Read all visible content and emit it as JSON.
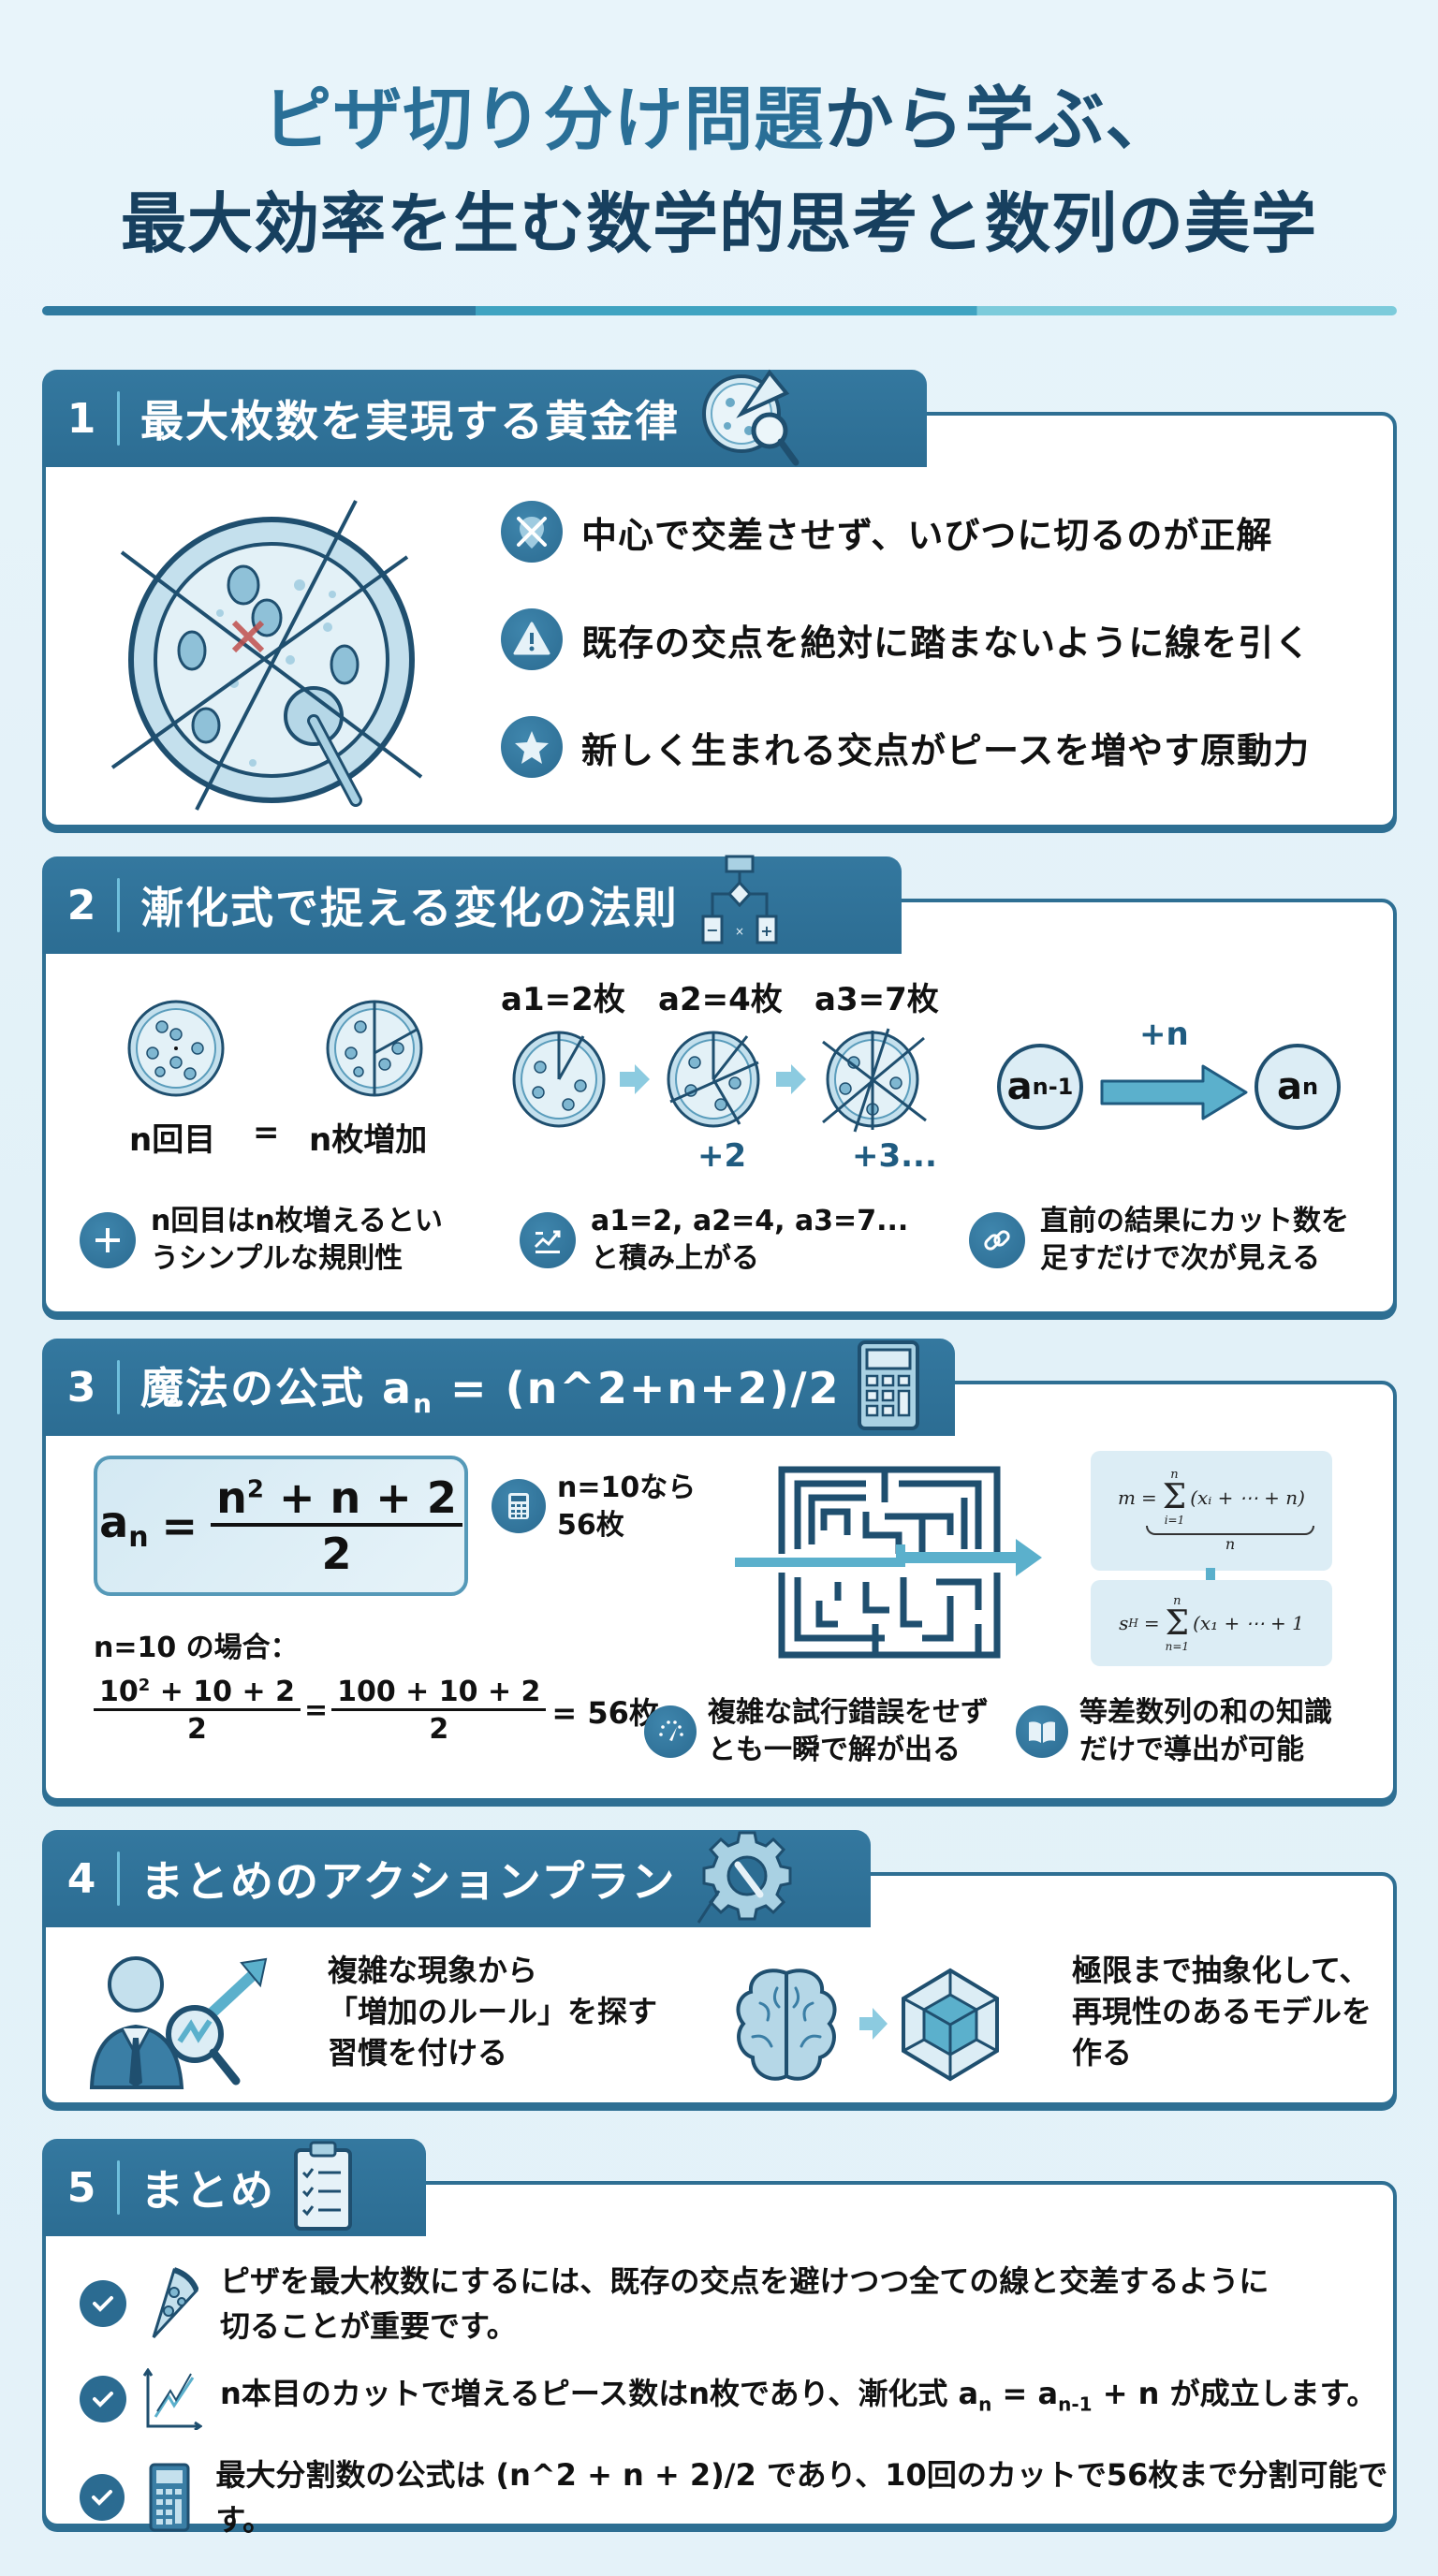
{
  "title": {
    "line1_part1": "ピザ切り分け問題",
    "line1_part2": "から学ぶ、",
    "line2": "最大効率を生む数学的思考と数列の美学"
  },
  "colors": {
    "primary": "#2e6f93",
    "accent": "#3fa3c1",
    "light_accent": "#7ccbdb",
    "background": "#e4f2f9",
    "card": "#ffffff",
    "alert_red": "#c0504d"
  },
  "sections": [
    {
      "number": "1",
      "title": "最大枚数を実現する黄金律",
      "header_icon": "pizza-magnifier-icon",
      "illustration": "pizza-with-cuts-icon",
      "items": [
        {
          "icon": "no-center-icon",
          "text": "中心で交差させず、いびつに切るのが正解"
        },
        {
          "icon": "warning-icon",
          "text": "既存の交点を絶対に踏まないように線を引く"
        },
        {
          "icon": "star-icon",
          "text": "新しく生まれる交点がピースを増やす原動力"
        }
      ]
    },
    {
      "number": "2",
      "title": "漸化式で捉える変化の法則",
      "header_icon": "flowchart-icon",
      "equation": {
        "left": "n回目",
        "eq": "=",
        "right": "n枚増加"
      },
      "sequence": [
        {
          "label": "a1=2枚",
          "delta": ""
        },
        {
          "label": "a2=4枚",
          "delta": "+2"
        },
        {
          "label": "a3=7枚",
          "delta": "+3..."
        }
      ],
      "recurrence": {
        "from_base": "a",
        "from_sub": "n-1",
        "arrow_label": "+n",
        "to_base": "a",
        "to_sub": "n"
      },
      "bottom": [
        {
          "icon": "plus-icon",
          "line1": "n回目はn枚増えるとい",
          "line2": "うシンプルな規則性"
        },
        {
          "icon": "trend-chart-icon",
          "line1": "a1=2, a2=4, a3=7...",
          "line2": "と積み上がる"
        },
        {
          "icon": "link-icon",
          "line1": "直前の結果にカット数を",
          "line2": "足すだけで次が見える"
        }
      ]
    },
    {
      "number": "3",
      "title_prefix": "魔法の公式 a",
      "title_sub": "n",
      "title_suffix": " = (n^2+n+2)/2",
      "header_icon": "calculator-icon",
      "formula": {
        "lhs_base": "a",
        "lhs_sub": "n",
        "eq": "=",
        "numerator_n": "n",
        "numerator_exp": "2",
        "numerator_rest": " + n + 2",
        "denominator": "2"
      },
      "calc_note": {
        "line1": "n=10なら",
        "line2": "56枚"
      },
      "example_label": "n=10 の場合：",
      "example": {
        "frac1_num_base": "10",
        "frac1_num_exp": "2",
        "frac1_num_rest": " + 10 + 2",
        "frac1_den": "2",
        "eq1": "=",
        "frac2_num": "100 + 10 + 2",
        "frac2_den": "2",
        "result": "= 56枚"
      },
      "maze_icon": "maze-arrow-icon",
      "sum1": {
        "lhs": "m",
        "eq": "=",
        "sigma_top": "n",
        "sigma_bottom": "i=1",
        "body": "(xᵢ + ⋯ + n)",
        "brace_label": "n"
      },
      "sum2": {
        "lhs": "s",
        "lhs_sub": "H",
        "eq": "=",
        "sigma_top": "n",
        "sigma_bottom": "n=1",
        "body": "(x₁ + ⋯ + 1"
      },
      "bottom": [
        {
          "icon": "speedometer-icon",
          "line1": "複雑な試行錯誤をせず",
          "line2": "とも一瞬で解が出る"
        },
        {
          "icon": "book-icon",
          "line1": "等差数列の和の知識",
          "line2": "だけで導出が可能"
        }
      ]
    },
    {
      "number": "4",
      "title": "まとめのアクションプラン",
      "header_icon": "gear-wrench-icon",
      "items": [
        {
          "icon": "analyst-magnifier-icon",
          "lines": [
            "複雑な現象から",
            "「増加のルール」を探す",
            "習慣を付ける"
          ]
        },
        {
          "icon": "brain-to-cube-icon",
          "lines": [
            "極限まで抽象化して、",
            "再現性のあるモデルを",
            "作る"
          ]
        }
      ]
    },
    {
      "number": "5",
      "title": "まとめ",
      "header_icon": "clipboard-checklist-icon",
      "items": [
        {
          "icon": "pizza-slice-icon",
          "line1": "ピザを最大枚数にするには、既存の交点を避けつつ全ての線と交差するように",
          "line2": "切ることが重要です。"
        },
        {
          "icon": "growth-chart-icon",
          "text_prefix": "n本目のカットで増えるピース数はn枚であり、漸化式 a",
          "sub1": "n",
          "text_mid": " = a",
          "sub2": "n-1",
          "text_suffix": " + n が成立します。"
        },
        {
          "icon": "calculator-icon",
          "line1": "最大分割数の公式は (n^2 + n + 2)/2 であり、10回のカットで56枚まで分割可能です。"
        }
      ]
    }
  ]
}
